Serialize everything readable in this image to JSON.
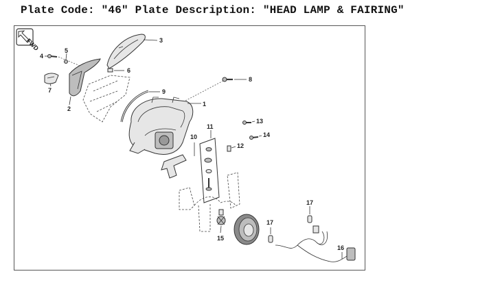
{
  "header": {
    "code_label": "Plate Code: ",
    "code_value": "\"46\"",
    "desc_label": " Plate Description: ",
    "desc_value": "\"HEAD LAMP & FAIRING\""
  },
  "diagram": {
    "fwd_label": "FWD",
    "callouts": {
      "c1": "1",
      "c2": "2",
      "c3": "3",
      "c4": "4",
      "c5": "5",
      "c6": "6",
      "c7": "7",
      "c8": "8",
      "c9": "9",
      "c10": "10",
      "c11": "11",
      "c12": "12",
      "c13": "13",
      "c14": "14",
      "c15": "15",
      "c16": "16",
      "c17a": "17",
      "c17b": "17"
    }
  }
}
